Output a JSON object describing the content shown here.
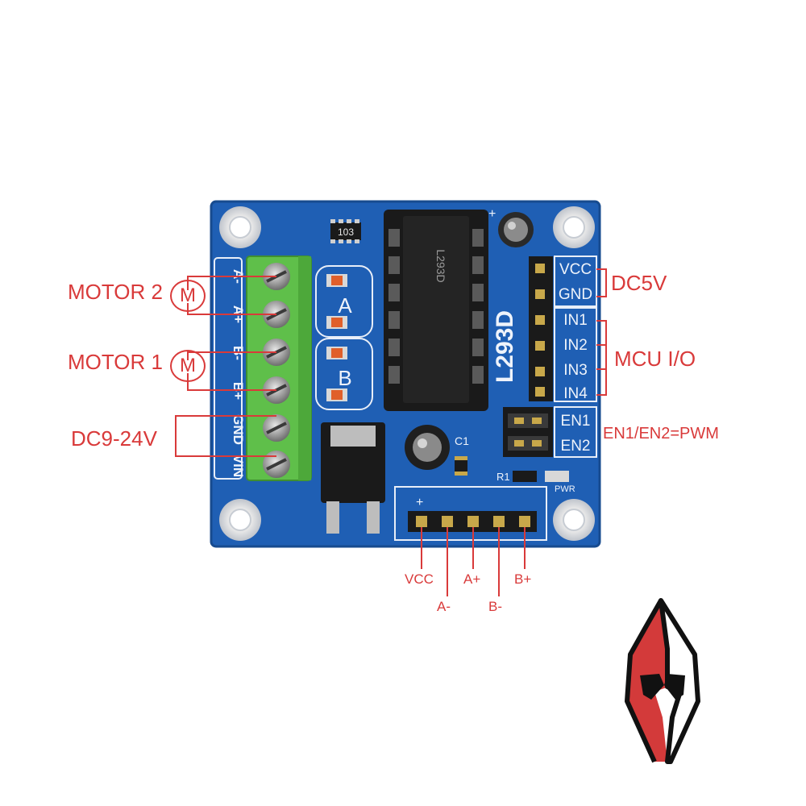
{
  "module": {
    "chip_label": "L293D",
    "chip_top_marking": "L293D",
    "resistor_marking": "103",
    "c1_label": "C1",
    "r1_label": "R1",
    "pwr_label": "PWR",
    "silk_a": "A",
    "silk_b": "B",
    "silk_plus": "+",
    "terminal_labels": [
      "A-",
      "A+",
      "B-",
      "B+",
      "GND",
      "VIN"
    ],
    "header_right": [
      "VCC",
      "GND",
      "IN1",
      "IN2",
      "IN3",
      "IN4",
      "EN1",
      "EN2"
    ]
  },
  "callouts": {
    "motor2": "MOTOR 2",
    "motor1": "MOTOR 1",
    "motor_symbol": "M",
    "dc_power": "DC9-24V",
    "dc5v": "DC5V",
    "mcu_io": "MCU I/O",
    "en_pwm": "EN1/EN2=PWM",
    "bottom_pins": [
      "VCC",
      "A-",
      "A+",
      "B-",
      "B+"
    ]
  },
  "colors": {
    "pcb": "#1f5fb4",
    "terminal": "#5fbf4a",
    "callout": "#d93a3a",
    "chip": "#1a1a1a"
  },
  "logo": {
    "icon": "spartan-helmet-icon"
  }
}
